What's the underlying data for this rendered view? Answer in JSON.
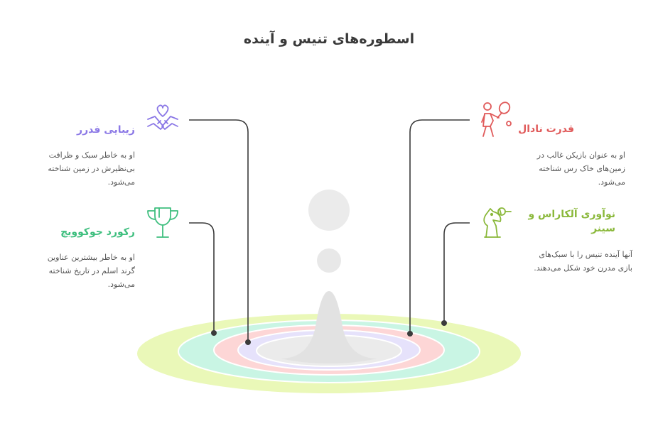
{
  "title": "اسطوره‌های تنیس و آینده",
  "colors": {
    "purple": "#8b78e6",
    "green": "#3fbf7f",
    "red": "#e05a5a",
    "olive": "#8ab83a",
    "ring_outer": "#eaf8b8",
    "ring_2": "#c9f5e4",
    "ring_3": "#fdd6d6",
    "ring_4": "#e6e2fb",
    "center": "#ebebeb",
    "line": "#3b3b3b"
  },
  "items": [
    {
      "title": "زیبایی فدرر",
      "description": [
        "او به خاطر سبک و ظرافت",
        "بی‌نظیرش در زمین شناخته",
        "می‌شود."
      ],
      "icon": "heart-handshake-icon",
      "color": "#8b78e6"
    },
    {
      "title": "رکورد جوکوویچ",
      "description": [
        "او به خاطر بیشترین عناوین",
        "گرند اسلم در تاریخ شناخته",
        "می‌شود."
      ],
      "icon": "trophy-icon",
      "color": "#3fbf7f"
    },
    {
      "title": "قدرت نادال",
      "description": [
        "او به عنوان بازیکن غالب در",
        "زمین‌های خاک رس شناخته",
        "می‌شود."
      ],
      "icon": "tennis-player-icon",
      "color": "#e05a5a"
    },
    {
      "title": [
        "نوآوری آلکاراس و",
        "سینر"
      ],
      "description": [
        "آنها آینده تنیس را با سبک‌های",
        "بازی مدرن خود شکل می‌دهند."
      ],
      "icon": "chess-knight-icon",
      "color": "#8ab83a"
    }
  ]
}
